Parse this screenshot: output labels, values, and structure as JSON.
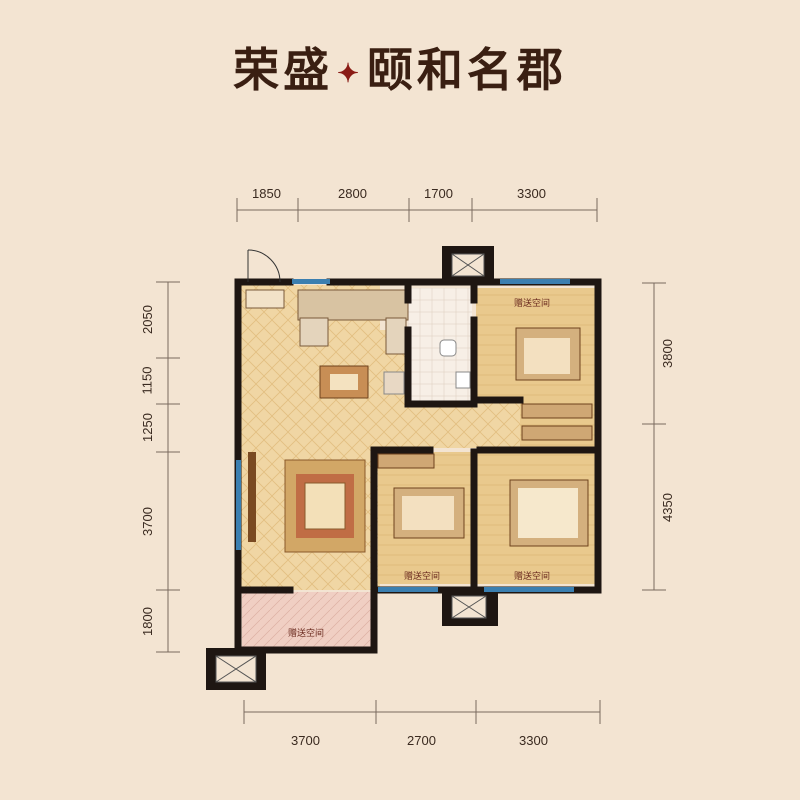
{
  "title": {
    "brand": "荣盛",
    "separator": "✦",
    "project": "颐和名郡"
  },
  "dimensions": {
    "top": [
      "1850",
      "2800",
      "1700",
      "3300"
    ],
    "bottom": [
      "3700",
      "2700",
      "3300"
    ],
    "left": [
      "2050",
      "1150",
      "1250",
      "3700",
      "1800"
    ],
    "right": [
      "3800",
      "4350"
    ]
  },
  "room_labels": {
    "bedroom_top": "赠送空间",
    "bedroom_mid": "赠送空间",
    "bedroom_master": "赠送空间",
    "balcony": "赠送空间"
  },
  "colors": {
    "background": "#f3e4d2",
    "wall": "#1e1612",
    "floor_living": "#f0d6a4",
    "floor_bed": "#e9c98d",
    "tile": "#f7efe6",
    "balcony": "#f0cfc3"
  }
}
